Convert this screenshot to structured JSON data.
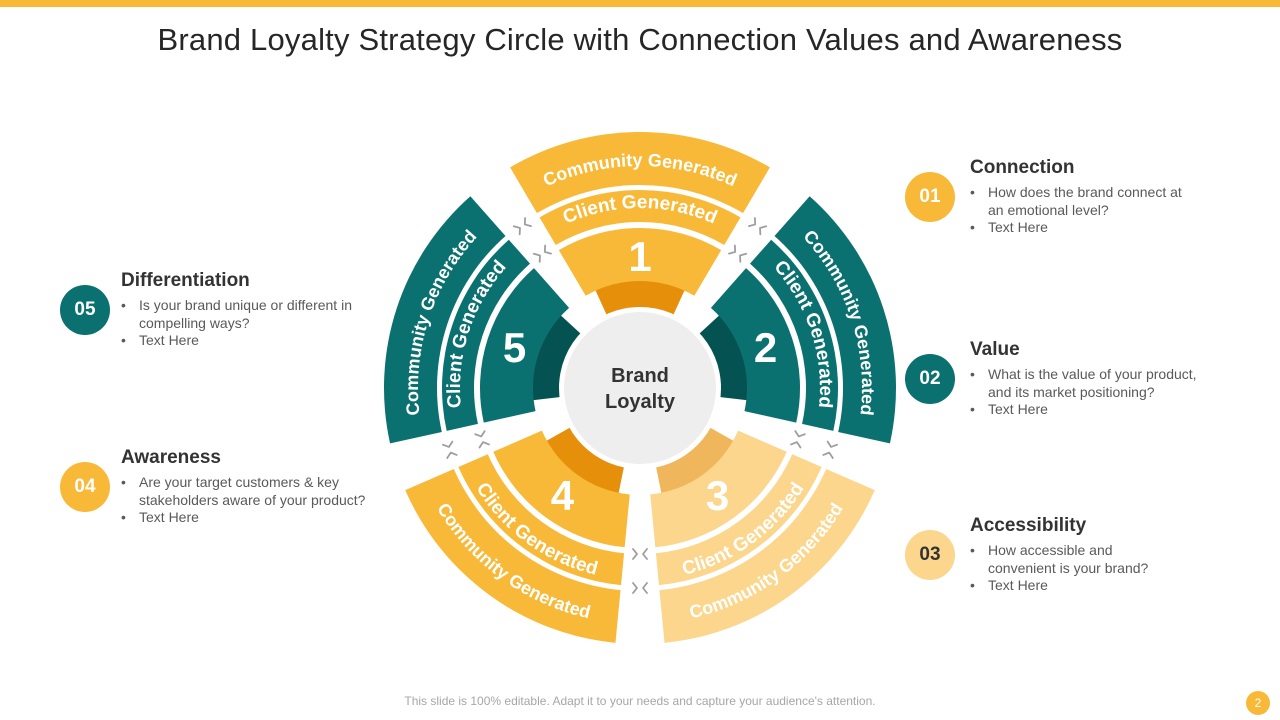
{
  "title": "Brand Loyalty Strategy Circle with Connection Values and Awareness",
  "center": {
    "line1": "Brand",
    "line2": "Loyalty"
  },
  "ring_labels": {
    "inner": "Client Generated",
    "outer": "Community Generated"
  },
  "colors": {
    "yellow": "#F9B938",
    "teal": "#0B7070",
    "light": "#FBD68C",
    "dark_yellow": "#E58F0A",
    "dark_teal": "#055252",
    "light_dark": "#EFB65C"
  },
  "segments": [
    {
      "number": "1",
      "tone": "yellow"
    },
    {
      "number": "2",
      "tone": "teal"
    },
    {
      "number": "3",
      "tone": "light"
    },
    {
      "number": "4",
      "tone": "yellow"
    },
    {
      "number": "5",
      "tone": "teal"
    }
  ],
  "items": {
    "connection": {
      "badge": "01",
      "title": "Connection",
      "bullets": [
        "How does the brand connect at an emotional level?",
        "Text Here"
      ]
    },
    "value": {
      "badge": "02",
      "title": "Value",
      "bullets": [
        "What is the value of your product, and its market positioning?",
        "Text Here"
      ]
    },
    "accessibility": {
      "badge": "03",
      "title": "Accessibility",
      "bullets": [
        "How accessible and convenient is your brand?",
        "Text Here"
      ]
    },
    "awareness": {
      "badge": "04",
      "title": "Awareness",
      "bullets": [
        "Are your target customers & key stakeholders aware of your product?",
        "Text Here"
      ]
    },
    "differentiation": {
      "badge": "05",
      "title": "Differentiation",
      "bullets": [
        "Is your brand unique or different in compelling ways?",
        "Text Here"
      ]
    }
  },
  "footer": "This slide is 100% editable. Adapt it to your needs and capture your audience's attention.",
  "page_number": "2"
}
